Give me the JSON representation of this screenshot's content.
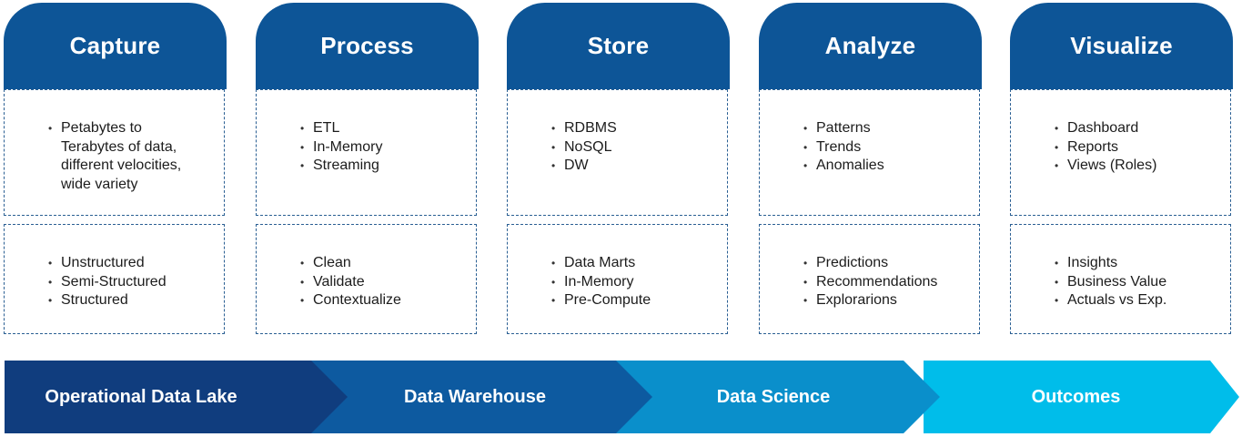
{
  "colors": {
    "header": "#0d5597",
    "border": "#2a5f93",
    "arrow1": "#103d7e",
    "arrow2": "#0d5aa0",
    "arrow3": "#0a8fcb",
    "arrow4": "#00bdea"
  },
  "columns": [
    {
      "title": "Capture",
      "top_items": [
        "Petabytes to Terabytes of data, different velocities, wide variety"
      ],
      "bottom_items": [
        "Unstructured",
        "Semi-Structured",
        "Structured"
      ]
    },
    {
      "title": "Process",
      "top_items": [
        "ETL",
        "In-Memory",
        "Streaming"
      ],
      "bottom_items": [
        "Clean",
        "Validate",
        "Contextualize"
      ]
    },
    {
      "title": "Store",
      "top_items": [
        "RDBMS",
        "NoSQL",
        "DW"
      ],
      "bottom_items": [
        "Data Marts",
        "In-Memory",
        "Pre-Compute"
      ]
    },
    {
      "title": "Analyze",
      "top_items": [
        "Patterns",
        "Trends",
        "Anomalies"
      ],
      "bottom_items": [
        "Predictions",
        "Recommendations",
        "Explorarions"
      ]
    },
    {
      "title": "Visualize",
      "top_items": [
        "Dashboard",
        "Reports",
        "Views (Roles)"
      ],
      "bottom_items": [
        "Insights",
        "Business Value",
        "Actuals vs Exp."
      ]
    }
  ],
  "stages": [
    "Operational Data Lake",
    "Data Warehouse",
    "Data Science",
    "Outcomes"
  ]
}
